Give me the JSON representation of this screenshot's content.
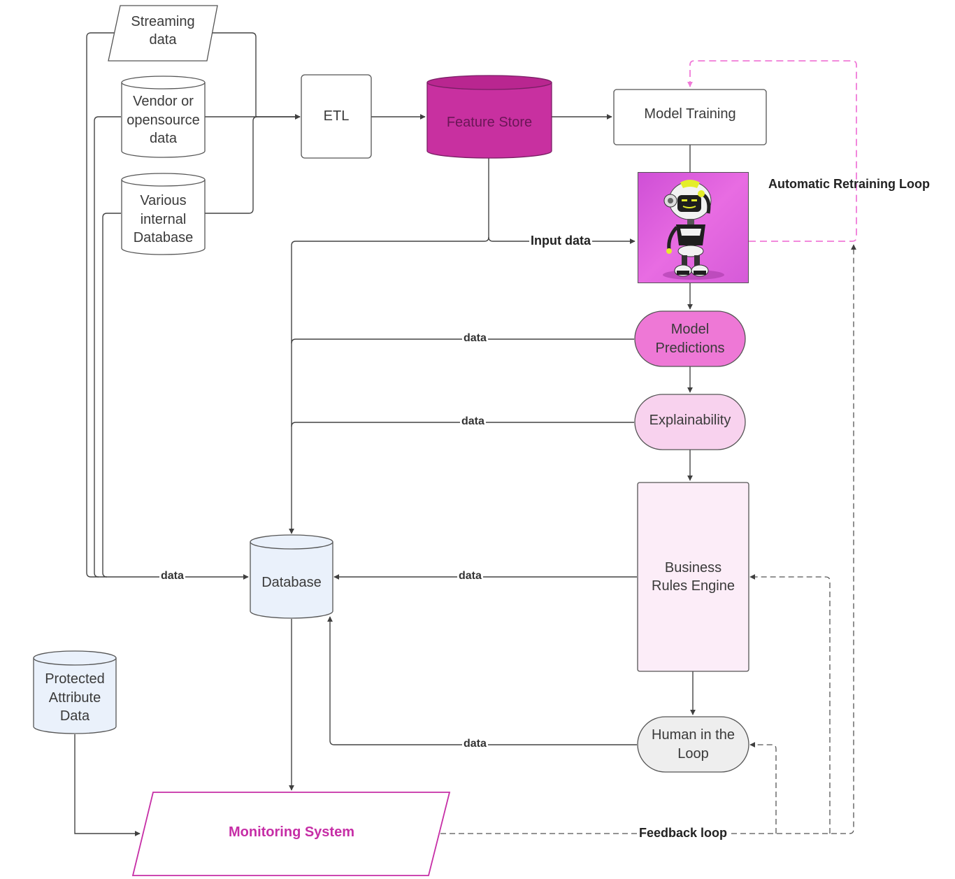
{
  "nodes": {
    "streaming": "Streaming\ndata",
    "vendor": "Vendor or\nopensource\ndata",
    "internal_db": "Various\ninternal\nDatabase",
    "etl": "ETL",
    "feature_store": "Feature Store",
    "model_training": "Model Training",
    "model_predictions": "Model\nPredictions",
    "explainability": "Explainability",
    "business_rules": "Business\nRules Engine",
    "human_loop": "Human in the\nLoop",
    "database": "Database",
    "protected": "Protected\nAttribute\nData",
    "monitoring": "Monitoring System"
  },
  "edge_labels": {
    "input_data": "Input data",
    "data": "data",
    "automatic_retraining": "Automatic Retraining Loop",
    "feedback_loop": "Feedback loop"
  },
  "colors": {
    "feature_store": "#c830a0",
    "model_predictions": "#ee78d6",
    "explainability": "#f8d2ee",
    "business_rules": "#fcedf8",
    "database": "#eaf1fb",
    "human_loop": "#eeeeee",
    "monitoring_text": "#c62ea6",
    "retraining_loop": "#f07ad8",
    "robot_background": "#e267e0"
  },
  "icons": {
    "model": "robot-icon"
  }
}
